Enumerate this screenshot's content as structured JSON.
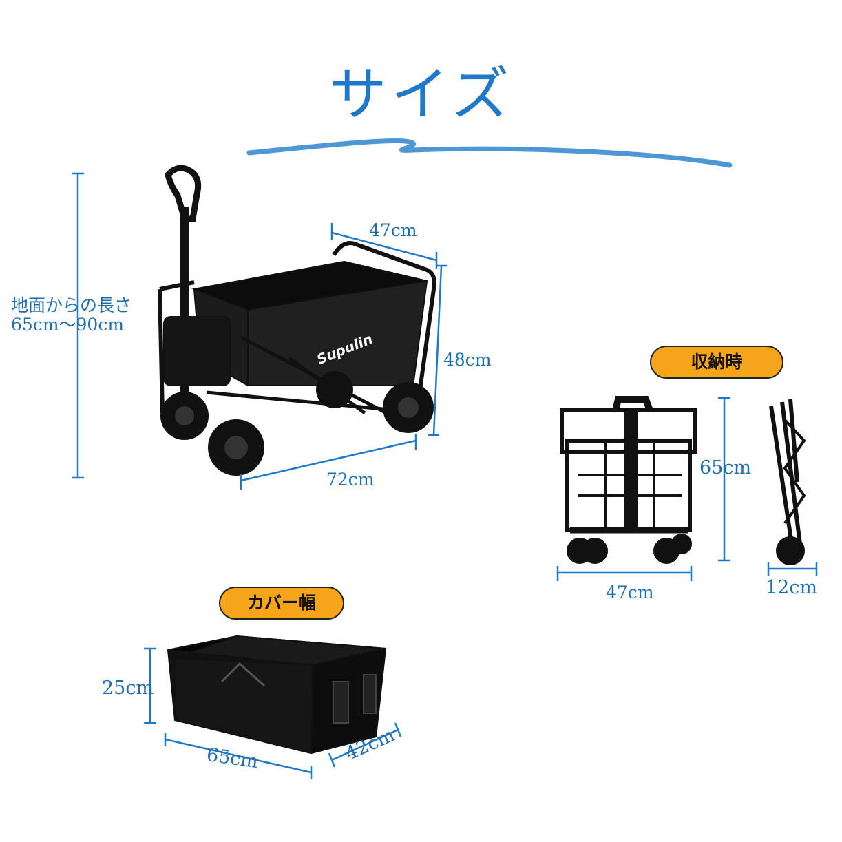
{
  "title": "サイズ",
  "height_label": "地面からの長さ",
  "height_value": "65cm〜90cm",
  "brand": "Supulin",
  "dim_47": "47cm",
  "dim_48": "48cm",
  "dim_72": "72cm",
  "storage_badge": "収納時",
  "folded_height": "65cm",
  "folded_width": "47cm",
  "folded_depth": "12cm",
  "cover_badge": "カバー幅",
  "cover_height": "25cm",
  "cover_length": "65cm",
  "cover_width": "42cm",
  "colors": {
    "accent": "#1f78c8",
    "badge": "#f6a51b",
    "product": "#111111"
  }
}
